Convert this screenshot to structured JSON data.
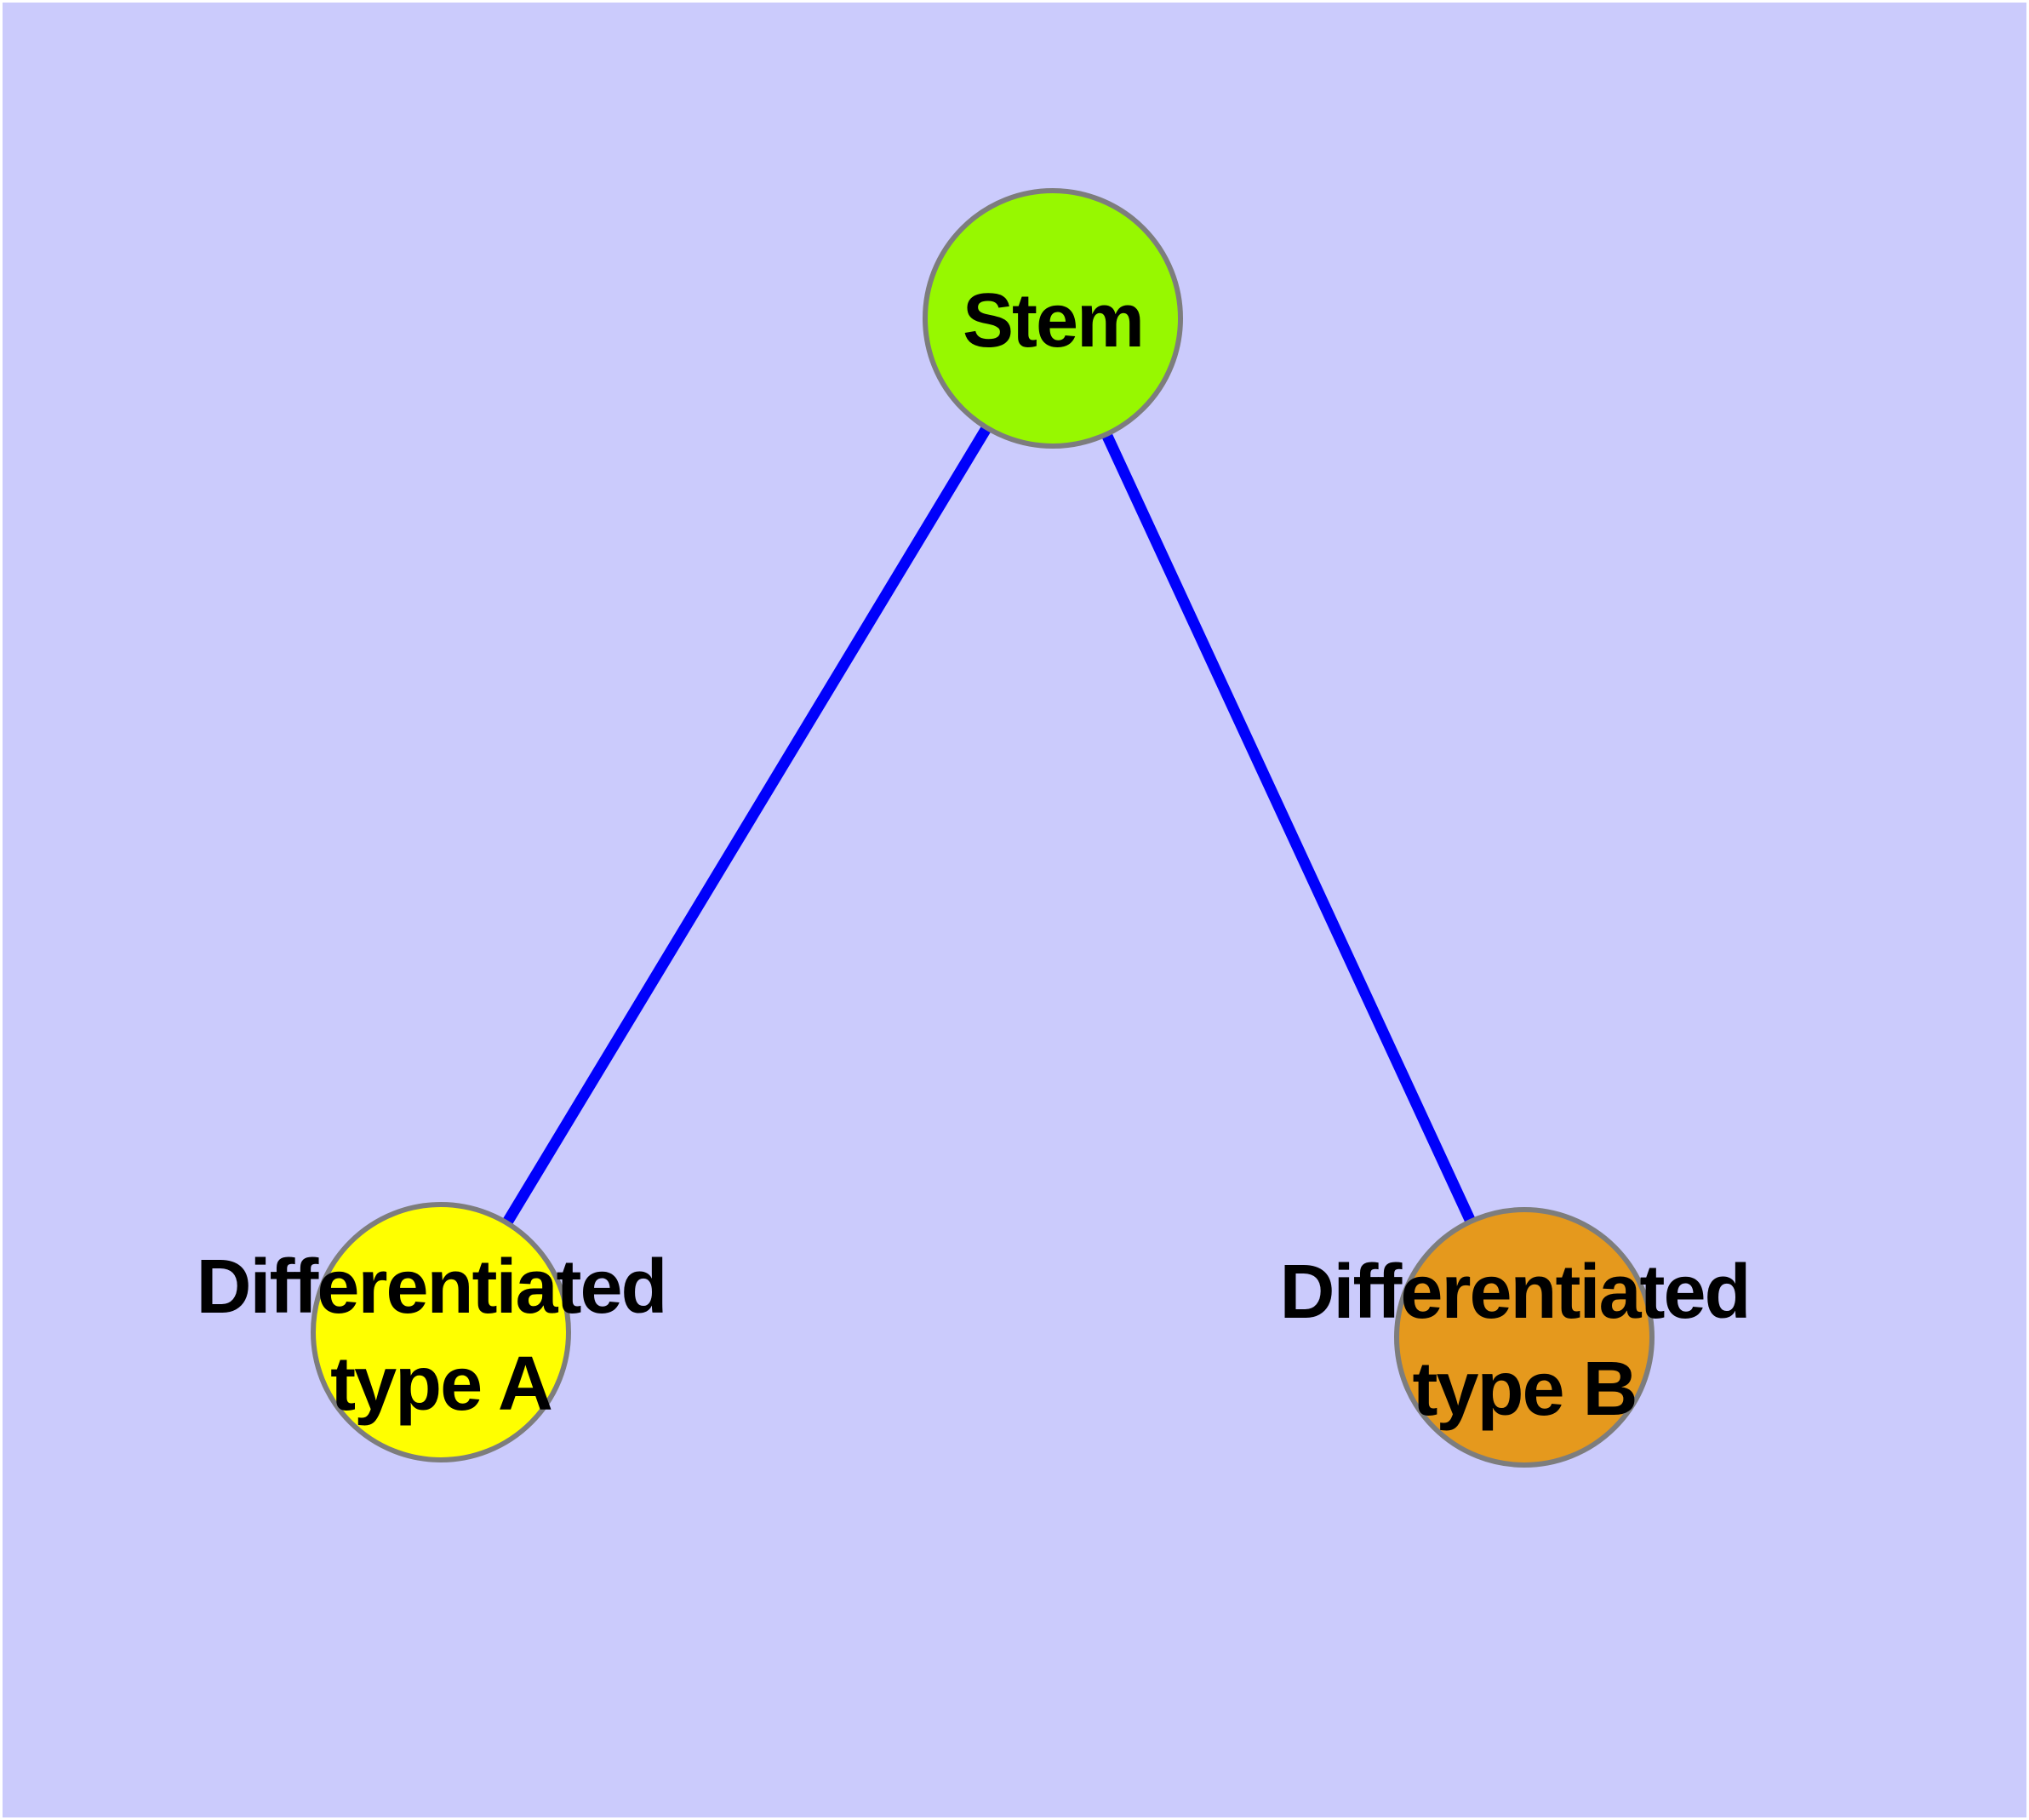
{
  "diagram": {
    "title": "Stem cell differentiation diagram",
    "background_color": "#CBCBFC",
    "margin_color": "#FFFFFF",
    "edge_color": "#0000FB",
    "node_stroke_color": "#7D7D7D",
    "text_color": "#000000",
    "nodes": [
      {
        "id": "stem",
        "label": "Stem",
        "fill": "#97F800"
      },
      {
        "id": "differentiated-type-a",
        "label": "Differentiated type A",
        "line1": "Differentiated",
        "line2": "type A",
        "fill": "#FFFF00"
      },
      {
        "id": "differentiated-type-b",
        "label": "Differentiated type B",
        "line1": "Differentiated",
        "line2": "type B",
        "fill": "#E5991D"
      }
    ],
    "edges": [
      {
        "from": "Stem",
        "to": "Differentiated type A"
      },
      {
        "from": "Stem",
        "to": "Differentiated type B"
      }
    ]
  }
}
